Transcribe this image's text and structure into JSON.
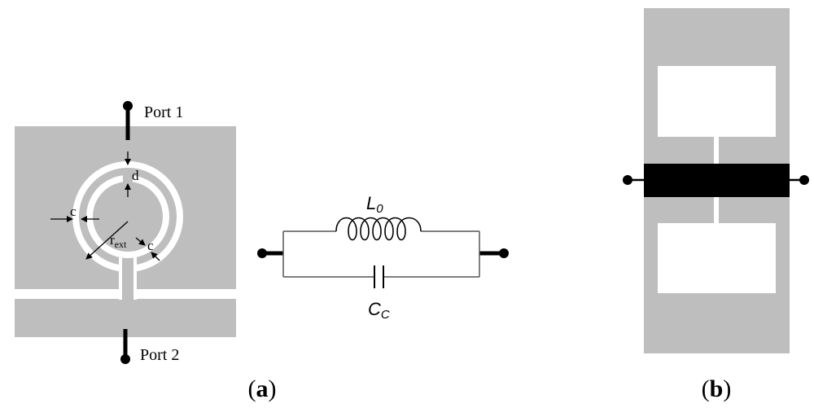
{
  "panel_a": {
    "port1_label": "Port 1",
    "port2_label": "Port 2",
    "dim_d": "d",
    "dim_c_left": "c",
    "dim_r_main": "r",
    "dim_r_sub": "ext",
    "dim_c_right": "c",
    "inductor_main": "L",
    "inductor_sub": "0",
    "capacitor_main": "C",
    "capacitor_sub": "C",
    "caption": "(a)"
  },
  "panel_b": {
    "caption": "(b)"
  },
  "colors": {
    "substrate": "#bebebe",
    "conductor": "#000000",
    "gap": "#ffffff",
    "circuit_wire": "#555555"
  }
}
